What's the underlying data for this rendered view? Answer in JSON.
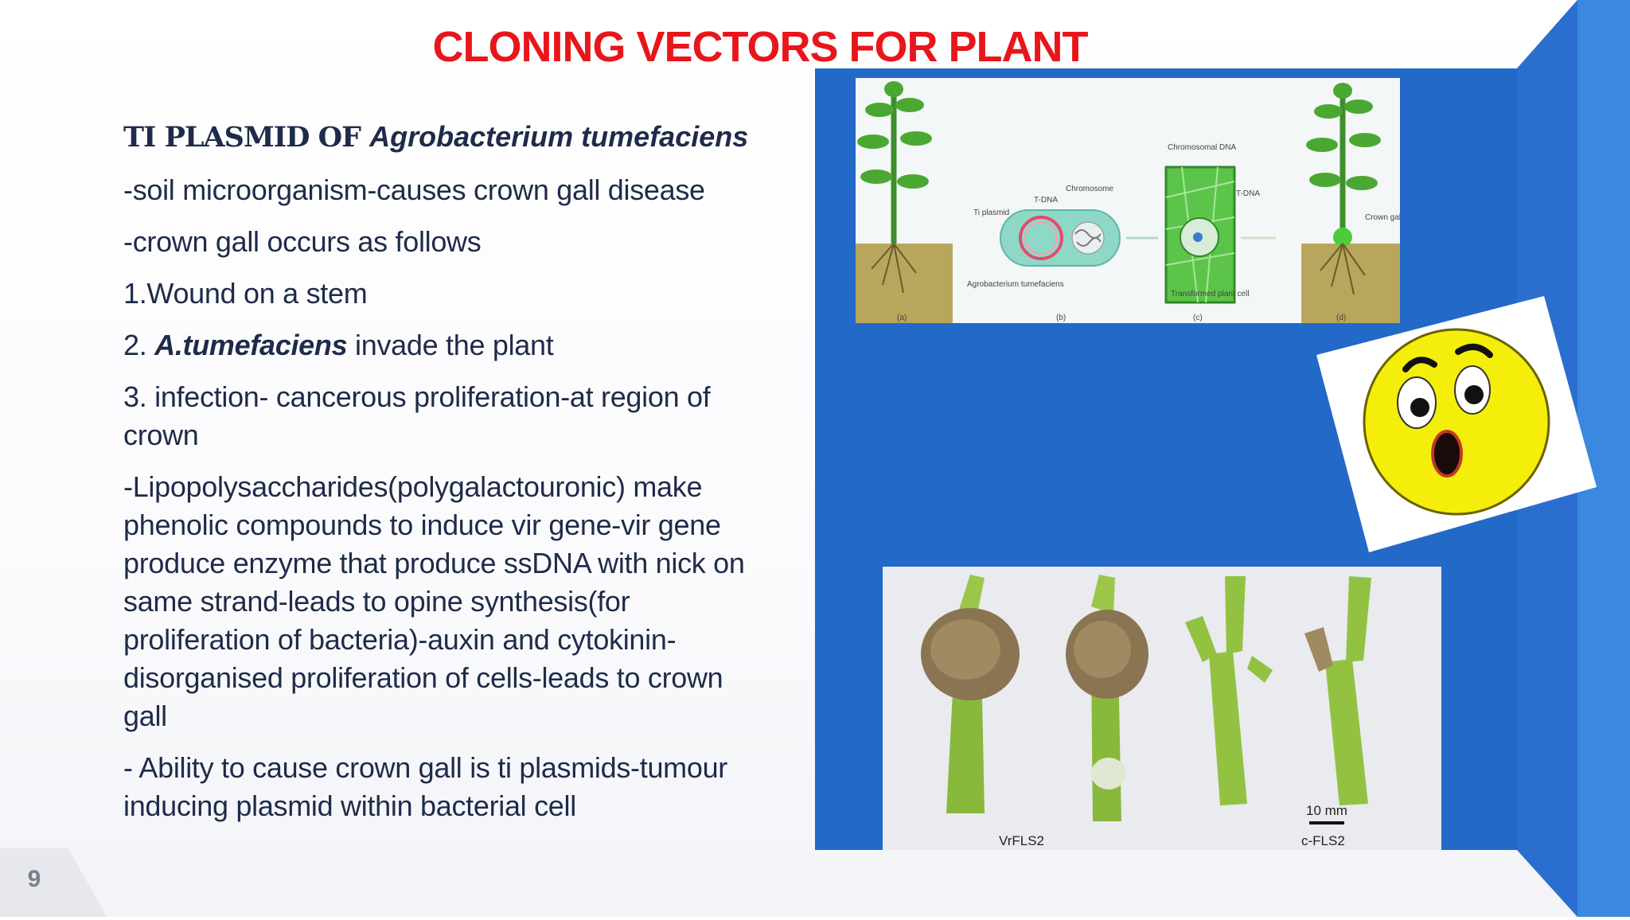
{
  "slide": {
    "title": "CLONING VECTORS FOR PLANT",
    "page_number": "9",
    "heading_prefix": "TI PLASMID OF ",
    "heading_italic": "Agrobacterium tumefaciens",
    "lines": {
      "l1": "-soil microorganism-causes crown gall disease",
      "l2": "-crown gall occurs as follows",
      "l3": "1.Wound on a stem",
      "l4_prefix": "2. ",
      "l4_bold": "A.tumefaciens",
      "l4_rest": " invade the plant",
      "l5": "3. infection- cancerous proliferation-at region of crown",
      "l6": "-Lipopolysaccharides(polygalactouronic) make phenolic compounds to induce vir gene-vir gene produce enzyme that produce ssDNA with nick on same strand-leads to opine synthesis(for proliferation of bacteria)-auxin and cytokinin- disorganised proliferation of cells-leads to crown gall",
      "l7": "- Ability to cause crown gall is ti plasmids-tumour inducing plasmid within bacterial cell"
    }
  },
  "diagram_labels": {
    "ti_plasmid": "Ti plasmid",
    "tdna_1": "T-DNA",
    "chromosome": "Chromosome",
    "chromosomal_dna": "Chromosomal DNA",
    "tdna_2": "T-DNA",
    "crown_gall": "Crown gall",
    "agrobacterium": "Agrobacterium tumefaciens",
    "transformed": "Transformed plant cell",
    "panel_a": "(a)",
    "panel_b": "(b)",
    "panel_c": "(c)",
    "panel_d": "(d)"
  },
  "stems_photo": {
    "scale_bar": "10 mm",
    "label_left": "VrFLS2",
    "label_right": "c-FLS2"
  },
  "colors": {
    "title_red": "#e8161b",
    "panel_blue": "#2369c8",
    "text_navy": "#1e2b4a",
    "emoji_yellow": "#f5ee0b"
  },
  "icons": {
    "emoji": "surprised-face-icon"
  }
}
